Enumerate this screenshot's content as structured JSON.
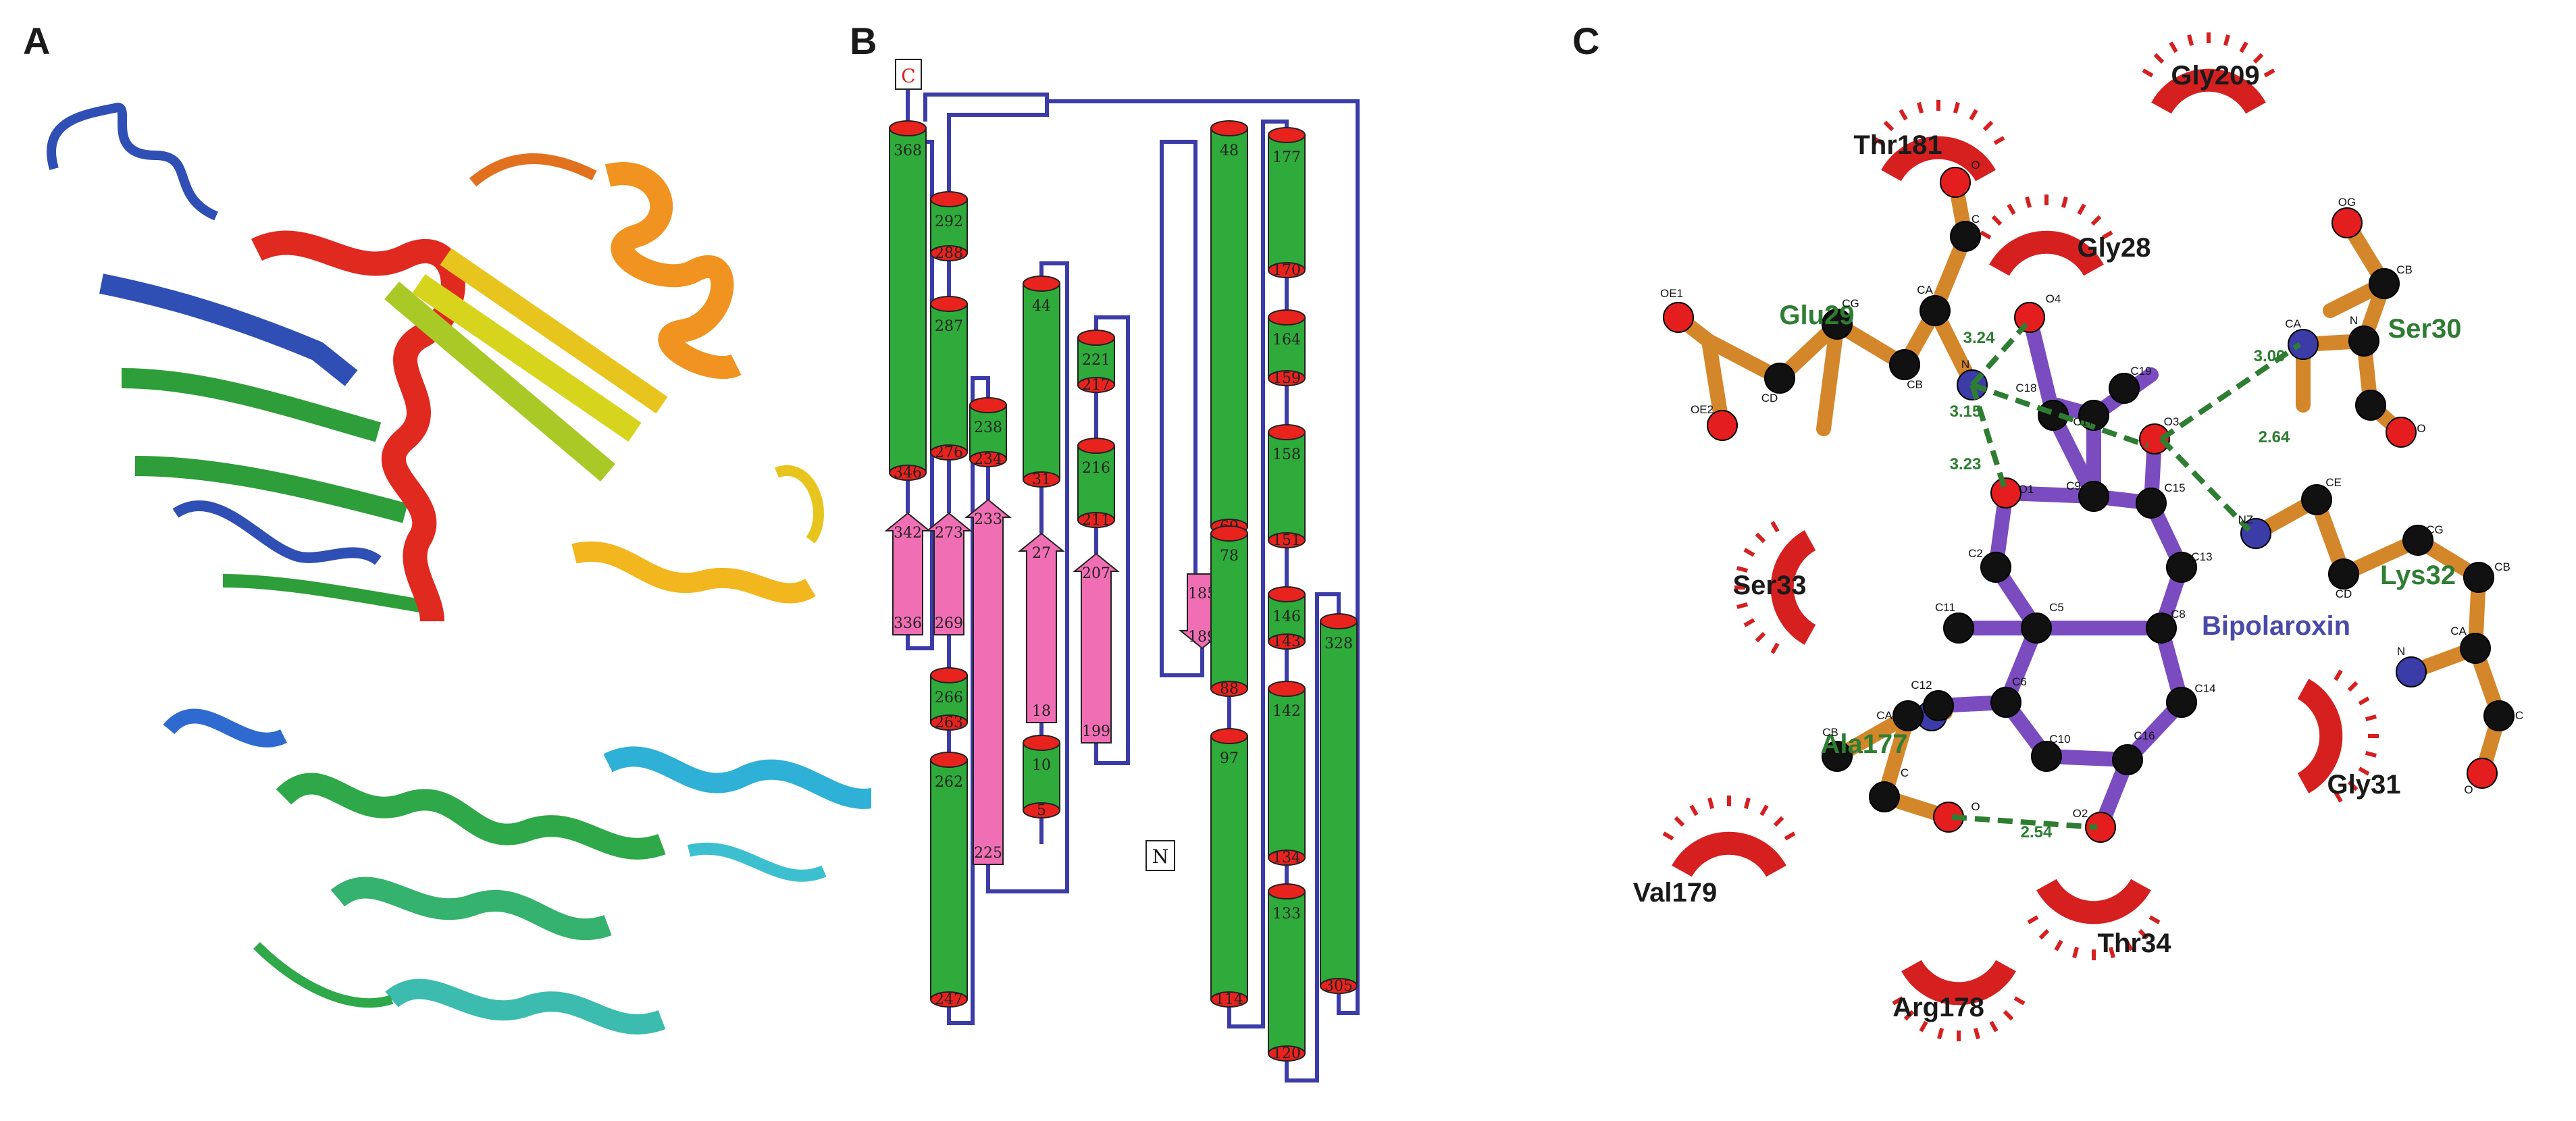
{
  "panels": {
    "a": {
      "letter": "A"
    },
    "b": {
      "letter": "B"
    },
    "c": {
      "letter": "C"
    }
  },
  "topology": {
    "c_terminus": "C",
    "n_terminus": "N",
    "elements": [
      {
        "type": "helix",
        "top": "368",
        "bottom": "346"
      },
      {
        "type": "strand",
        "top": "342",
        "bottom": "336"
      },
      {
        "type": "helix",
        "top": "292",
        "bottom": "288"
      },
      {
        "type": "helix",
        "top": "287",
        "bottom": "276"
      },
      {
        "type": "strand",
        "top": "273",
        "bottom": "269"
      },
      {
        "type": "helix",
        "top": "266",
        "bottom": "263"
      },
      {
        "type": "helix",
        "top": "262",
        "bottom": "247"
      },
      {
        "type": "helix",
        "top": "238",
        "bottom": "234"
      },
      {
        "type": "strand",
        "top": "233",
        "bottom": "225"
      },
      {
        "type": "helix",
        "top": "44",
        "bottom": "31"
      },
      {
        "type": "strand",
        "top": "27",
        "bottom": "18"
      },
      {
        "type": "helix",
        "top": "10",
        "bottom": "5"
      },
      {
        "type": "helix",
        "top": "221",
        "bottom": "217"
      },
      {
        "type": "helix",
        "top": "216",
        "bottom": "211"
      },
      {
        "type": "strand",
        "top": "207",
        "bottom": "199"
      },
      {
        "type": "strand",
        "top": "185",
        "bottom": "189"
      },
      {
        "type": "helix",
        "top": "48",
        "bottom": "69"
      },
      {
        "type": "helix",
        "top": "78",
        "bottom": "88"
      },
      {
        "type": "helix",
        "top": "97",
        "bottom": "114"
      },
      {
        "type": "helix",
        "top": "177",
        "bottom": "170"
      },
      {
        "type": "helix",
        "top": "164",
        "bottom": "159"
      },
      {
        "type": "helix",
        "top": "158",
        "bottom": "151"
      },
      {
        "type": "helix",
        "top": "146",
        "bottom": "143"
      },
      {
        "type": "helix",
        "top": "142",
        "bottom": "134"
      },
      {
        "type": "helix",
        "top": "133",
        "bottom": "120"
      },
      {
        "type": "helix",
        "top": "328",
        "bottom": "305"
      }
    ]
  },
  "interaction": {
    "ligand_name": "Bipolaroxin",
    "hbond_residues": [
      "Glu29",
      "Ser30",
      "Lys32",
      "Ala177"
    ],
    "hydrophobic_residues": [
      "Gly209",
      "Thr181",
      "Gly28",
      "Ser33",
      "Gly31",
      "Val179",
      "Thr34",
      "Arg178"
    ],
    "distances": [
      "3.24",
      "3.15",
      "3.23",
      "3.00",
      "2.64",
      "2.54"
    ],
    "atoms": {
      "glu": [
        "OE1",
        "OE2",
        "CD",
        "CG",
        "CB",
        "CA",
        "C",
        "O",
        "N"
      ],
      "ser30": [
        "OG",
        "CB",
        "CA",
        "N",
        "C",
        "O"
      ],
      "lys32": [
        "NZ",
        "CE",
        "CD",
        "CG",
        "CB",
        "CA",
        "N",
        "C",
        "O"
      ],
      "ala177": [
        "N",
        "CB",
        "CA",
        "C",
        "O"
      ],
      "ligand": [
        "O4",
        "C18",
        "C19",
        "C17",
        "O3",
        "O1",
        "C9",
        "C15",
        "C2",
        "C13",
        "C11",
        "C5",
        "C8",
        "C12",
        "C6",
        "C14",
        "C16",
        "C10",
        "O2"
      ]
    }
  },
  "colors": {
    "helix": "#2eab3a",
    "helix_cap": "#e8231e",
    "strand": "#f06eb4",
    "loop": "#3c3ca8",
    "bond_residue": "#d4862a",
    "bond_ligand": "#7b4cc0",
    "hbond": "#2e7d32",
    "hydrophobic": "#d62020"
  }
}
